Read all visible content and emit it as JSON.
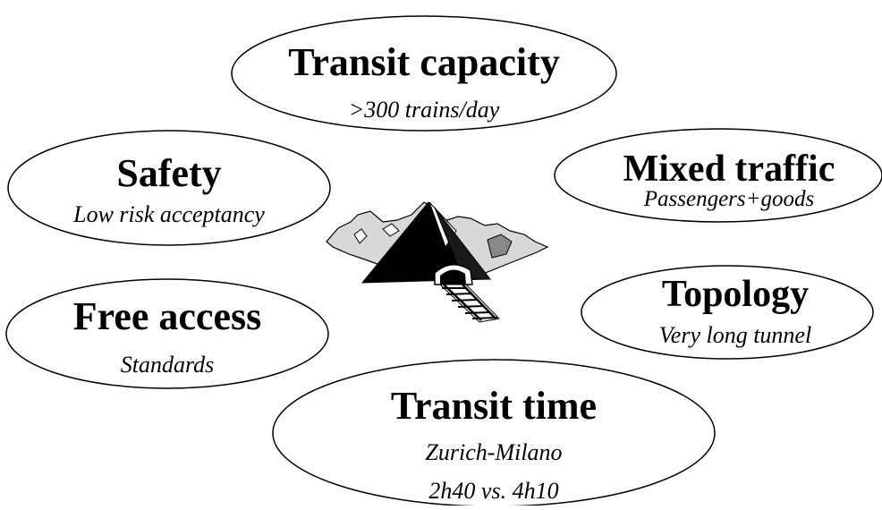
{
  "bubbles": {
    "transit_capacity": {
      "title": "Transit capacity",
      "subtitle": ">300 trains/day"
    },
    "safety": {
      "title": "Safety",
      "subtitle": "Low risk acceptancy"
    },
    "mixed_traffic": {
      "title": "Mixed traffic",
      "subtitle": "Passengers+goods"
    },
    "topology": {
      "title": "Topology",
      "subtitle": "Very long tunnel"
    },
    "free_access": {
      "title": "Free access",
      "subtitle": "Standards"
    },
    "transit_time": {
      "title": "Transit time",
      "subtitle_line1": "Zurich-Milano",
      "subtitle_line2": "2h40 vs. 4h10"
    }
  },
  "center_image": {
    "icon": "mountain-tunnel-railway-icon"
  }
}
